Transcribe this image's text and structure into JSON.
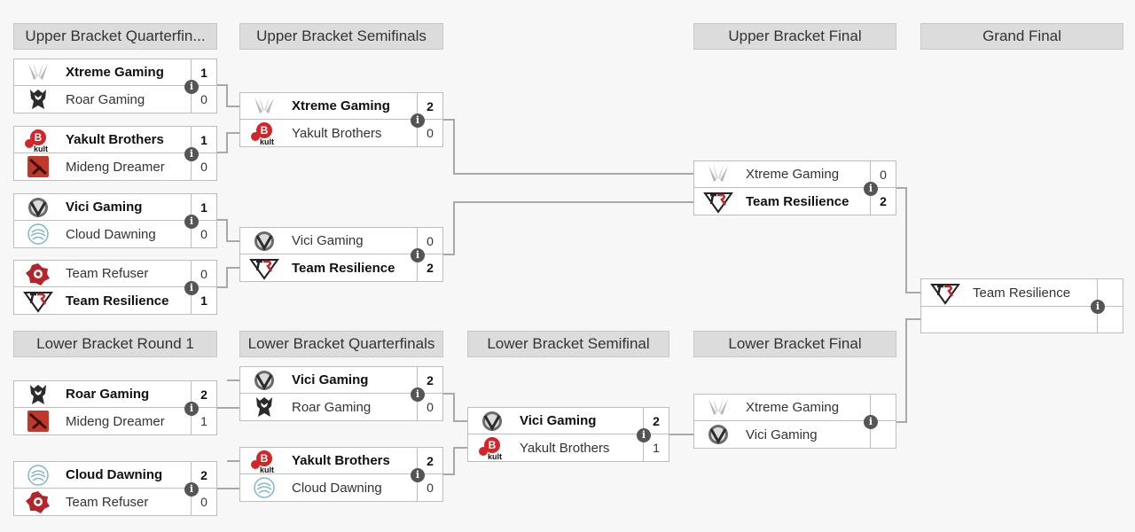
{
  "headers": {
    "ub_qf": "Upper Bracket Quarterfin...",
    "ub_sf": "Upper Bracket Semifinals",
    "ub_f": "Upper Bracket Final",
    "gf": "Grand Final",
    "lb_r1": "Lower Bracket Round 1",
    "lb_qf": "Lower Bracket Quarterfinals",
    "lb_sf": "Lower Bracket Semifinal",
    "lb_f": "Lower Bracket Final"
  },
  "info_glyph": "i",
  "matches": {
    "ubqf1": {
      "t1": "Xtreme Gaming",
      "s1": "1",
      "t2": "Roar Gaming",
      "s2": "0"
    },
    "ubqf2": {
      "t1": "Yakult Brothers",
      "s1": "1",
      "t2": "Mideng Dreamer",
      "s2": "0"
    },
    "ubqf3": {
      "t1": "Vici Gaming",
      "s1": "1",
      "t2": "Cloud Dawning",
      "s2": "0"
    },
    "ubqf4": {
      "t1": "Team Refuser",
      "s1": "0",
      "t2": "Team Resilience",
      "s2": "1"
    },
    "ubsf1": {
      "t1": "Xtreme Gaming",
      "s1": "2",
      "t2": "Yakult Brothers",
      "s2": "0"
    },
    "ubsf2": {
      "t1": "Vici Gaming",
      "s1": "0",
      "t2": "Team Resilience",
      "s2": "2"
    },
    "ubf": {
      "t1": "Xtreme Gaming",
      "s1": "0",
      "t2": "Team Resilience",
      "s2": "2"
    },
    "gf": {
      "t1": "Team Resilience"
    },
    "lbr1a": {
      "t1": "Roar Gaming",
      "s1": "2",
      "t2": "Mideng Dreamer",
      "s2": "1"
    },
    "lbr1b": {
      "t1": "Cloud Dawning",
      "s1": "2",
      "t2": "Team Refuser",
      "s2": "0"
    },
    "lbqf1": {
      "t1": "Vici Gaming",
      "s1": "2",
      "t2": "Roar Gaming",
      "s2": "0"
    },
    "lbqf2": {
      "t1": "Yakult Brothers",
      "s1": "2",
      "t2": "Cloud Dawning",
      "s2": "0"
    },
    "lbsf": {
      "t1": "Vici Gaming",
      "s1": "2",
      "t2": "Yakult Brothers",
      "s2": "1"
    },
    "lbf": {
      "t1": "Xtreme Gaming",
      "t2": "Vici Gaming"
    }
  },
  "team_icons": {
    "Xtreme Gaming": "xtreme-gaming-logo-icon",
    "Roar Gaming": "roar-gaming-logo-icon",
    "Yakult Brothers": "yakult-brothers-logo-icon",
    "Mideng Dreamer": "mideng-dreamer-logo-icon",
    "Vici Gaming": "vici-gaming-logo-icon",
    "Cloud Dawning": "cloud-dawning-logo-icon",
    "Team Refuser": "team-refuser-logo-icon",
    "Team Resilience": "team-resilience-logo-icon"
  },
  "colors": {
    "header_bg": "#dcdcdc",
    "line": "#a9a9a9",
    "yakult_red": "#d2262a",
    "refuser_red": "#b4242a",
    "cloud_teal": "#7fb9c8"
  }
}
